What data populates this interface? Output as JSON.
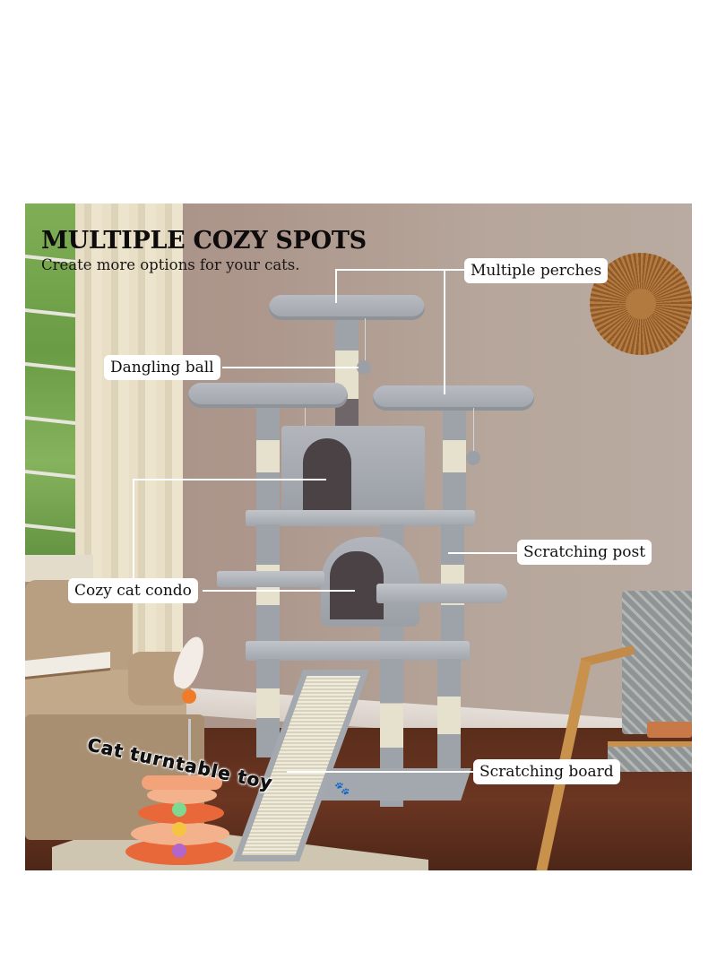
{
  "headline": {
    "title": "MULTIPLE COZY SPOTS",
    "subtitle": "Create more options for your cats."
  },
  "callouts": [
    {
      "id": "perches",
      "label": "Multiple perches"
    },
    {
      "id": "dangling-ball",
      "label": "Dangling ball"
    },
    {
      "id": "condo",
      "label": "Cozy cat condo"
    },
    {
      "id": "scratching-post",
      "label": "Scratching post"
    },
    {
      "id": "scratching-board",
      "label": "Scratching board"
    }
  ],
  "toy_caption": "Cat turntable toy",
  "scene": {
    "product": "cat tree",
    "colors": {
      "tree_gray": "#a8adb3",
      "sisal": "#e6e1cd",
      "wall": "#b0a094",
      "floor": "#5a2d1b",
      "label_bg": "#ffffff",
      "toy_orange": "#f07c2a"
    }
  }
}
